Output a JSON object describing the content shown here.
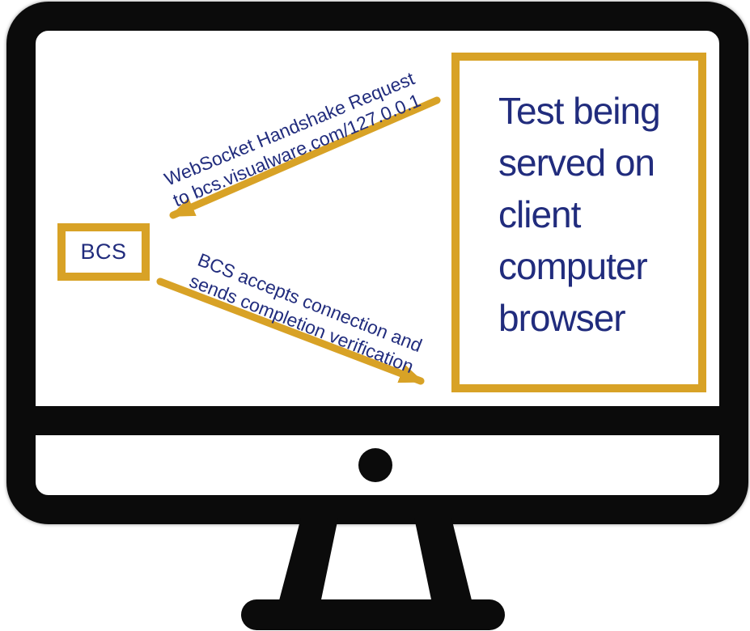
{
  "colors": {
    "accent_gold": "#d8a226",
    "text_navy": "#212c7d",
    "monitor_black": "#0b0b0b"
  },
  "diagram": {
    "bcs_node": {
      "label": "BCS"
    },
    "client_node": {
      "text": "Test being served on client computer browser"
    },
    "request_arrow": {
      "label_line1": "WebSocket Handshake Request",
      "label_line2": "to bcs.visualware.com/127.0.0.1",
      "direction": "client-to-bcs"
    },
    "response_arrow": {
      "label_line1": "BCS accepts connection and",
      "label_line2": "sends completion verification",
      "direction": "bcs-to-client"
    }
  }
}
